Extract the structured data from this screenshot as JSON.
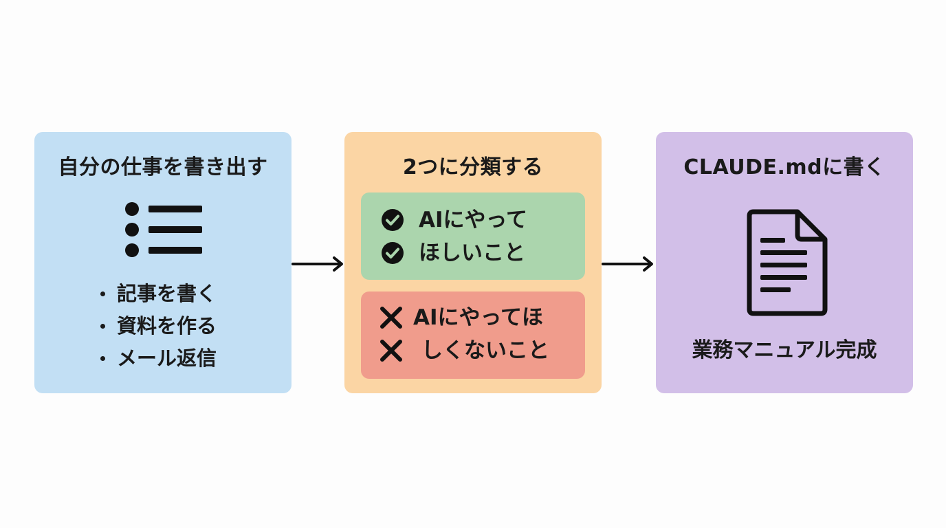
{
  "steps": [
    {
      "title": "自分の仕事を書き出す",
      "icon": "bulleted-list-icon",
      "items": [
        "記事を書く",
        "資料を作る",
        "メール返信"
      ]
    },
    {
      "title": "2つに分類する",
      "good": {
        "icon": "check-circle-icon",
        "lines": [
          "AIにやって",
          "ほしいこと"
        ]
      },
      "bad": {
        "icon": "x-mark-icon",
        "lines": [
          "AIにやってほ",
          "しくないこと"
        ]
      }
    },
    {
      "title": "CLAUDE.mdに書く",
      "icon": "document-icon",
      "footer": "業務マニュアル完成"
    }
  ],
  "colors": {
    "panel_1_bg": "#c2dff4",
    "panel_2_bg": "#fbd5a4",
    "panel_3_bg": "#d2bfe8",
    "good_bg": "#abd5ad",
    "bad_bg": "#f09c8c",
    "ink": "#1a1a1a"
  }
}
